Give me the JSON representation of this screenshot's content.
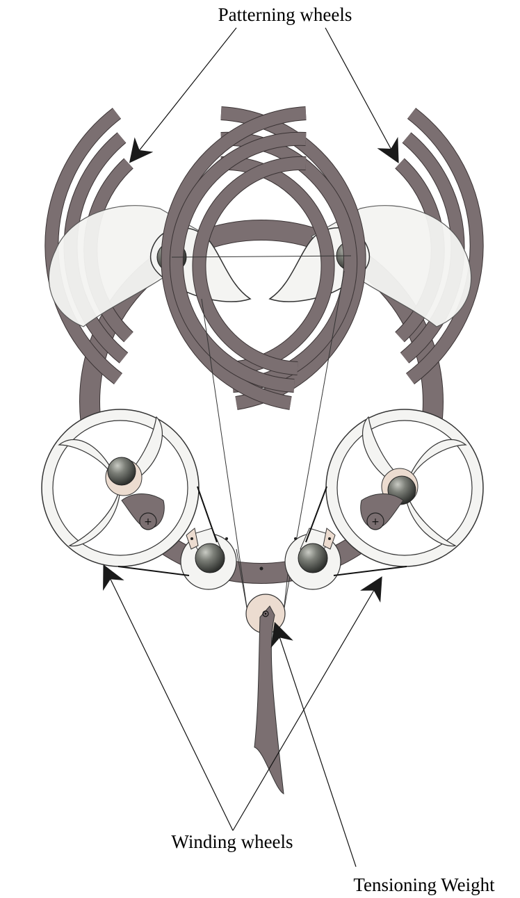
{
  "labels": {
    "patterning_wheels": "Patterning wheels",
    "winding_wheels": "Winding wheels",
    "tensioning_weight": "Tensioning Weight"
  },
  "colors": {
    "frame": "#7b6f71",
    "frame_edge": "#3a3334",
    "wheel_fill": "#f4f4f2",
    "ball": "#5a5e58",
    "hub_tint": "#ecdcd0",
    "weight_disc": "#ecdcd0"
  }
}
